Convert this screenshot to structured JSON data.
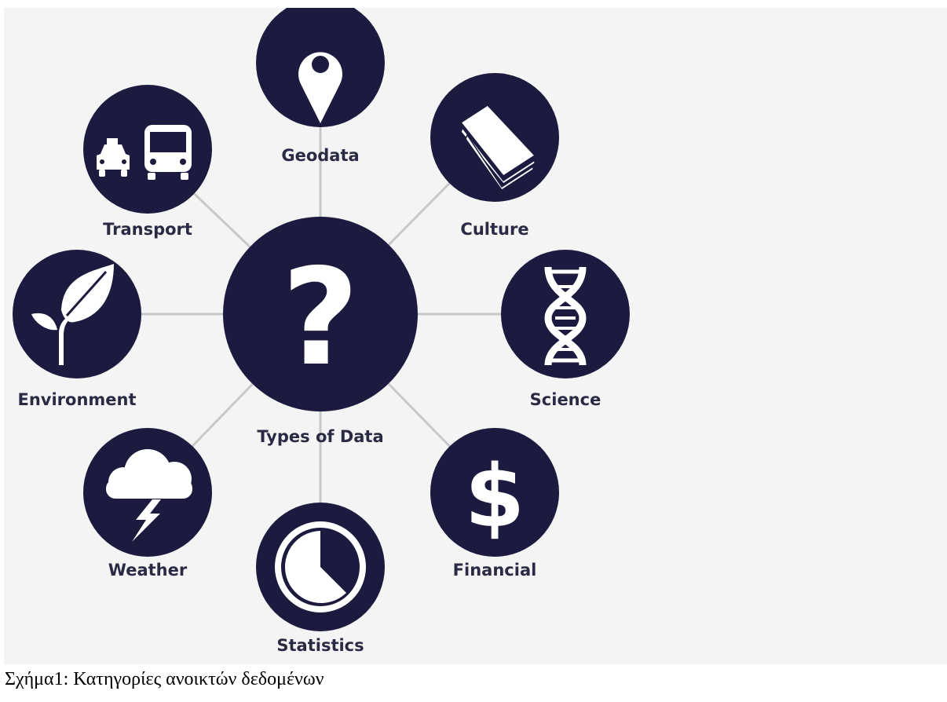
{
  "diagram": {
    "center_label": "Types of Data",
    "center_symbol": "?",
    "node_color": "#1c1a3e",
    "connector_color": "#c8c8cc",
    "background_color": "#f4f4f4",
    "nodes": [
      {
        "label": "Geodata",
        "icon": "map-pin-icon"
      },
      {
        "label": "Culture",
        "icon": "book-icon"
      },
      {
        "label": "Science",
        "icon": "dna-icon"
      },
      {
        "label": "Financial",
        "icon": "dollar-icon"
      },
      {
        "label": "Statistics",
        "icon": "clock-chart-icon"
      },
      {
        "label": "Weather",
        "icon": "storm-cloud-icon"
      },
      {
        "label": "Environment",
        "icon": "leaf-icon"
      },
      {
        "label": "Transport",
        "icon": "taxi-bus-icon"
      }
    ],
    "dollar_symbol": "$"
  },
  "caption": "Σχήμα1: Κατηγορίες ανοικτών δεδομένων"
}
